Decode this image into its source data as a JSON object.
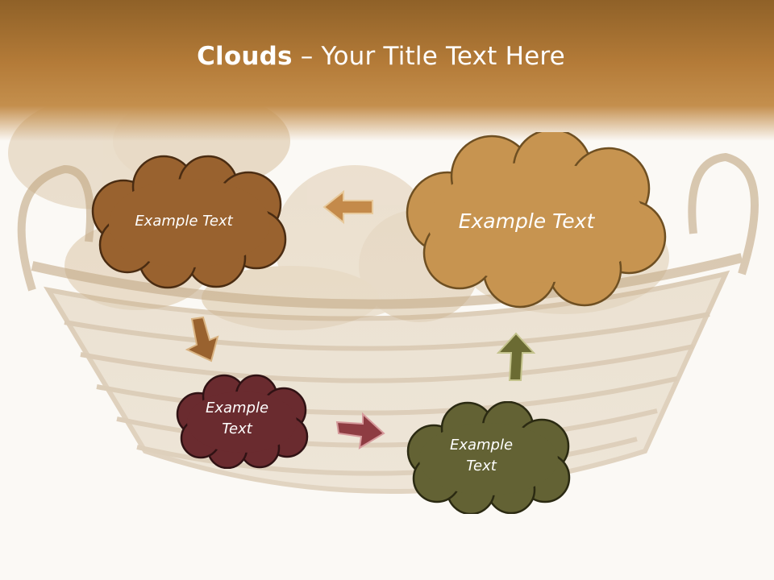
{
  "slide": {
    "title_bold": "Clouds",
    "title_dash": " – ",
    "title_rest": "Your Title Text Here"
  },
  "clouds": {
    "top_left": {
      "label": "Example Text",
      "fill": "#99622f"
    },
    "top_right": {
      "label": "Example Text",
      "fill": "#c79450"
    },
    "bottom_left": {
      "line1": "Example",
      "line2": "Text",
      "fill": "#6a2b2f"
    },
    "bottom_right": {
      "line1": "Example",
      "line2": "Text",
      "fill": "#636234"
    }
  },
  "arrows": {
    "left_arrow": {
      "color": "#c48a4a"
    },
    "down_arrow": {
      "color": "#99622f"
    },
    "right_arrow": {
      "color": "#8e3c42"
    },
    "up_arrow": {
      "color": "#6b6b33"
    }
  },
  "colors": {
    "header_band": "#b67d38",
    "background": "#fbf9f5",
    "basket": "#c4aa85"
  }
}
